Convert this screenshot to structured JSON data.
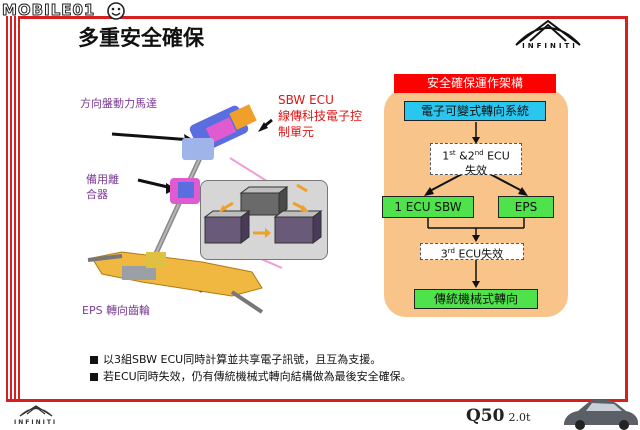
{
  "watermark": {
    "text": "MOBILE01"
  },
  "slide": {
    "title": "多重安全確保"
  },
  "brand": {
    "name": "INFINITI"
  },
  "illustration": {
    "label_motor": "方向盤動力馬達",
    "label_clutch_1": "備用離",
    "label_clutch_2": "合器",
    "label_eps": "EPS 轉向齒輪",
    "label_ecu_1": "SBW ECU",
    "label_ecu_2": "線傳科技電子控",
    "label_ecu_3": "制單元"
  },
  "diagram": {
    "title": "安全確保運作架構",
    "top_box": "電子可變式轉向系統",
    "fail1_prefix": "1",
    "fail1_sup1": "st",
    "fail1_mid": " &2",
    "fail1_sup2": "nd",
    "fail1_suffix": " ECU",
    "fail1_line2": "失效",
    "box_sbw": "1 ECU SBW",
    "box_eps": "EPS",
    "fail2_prefix": "3",
    "fail2_sup": "rd",
    "fail2_suffix": " ECU失效",
    "bottom_box": "傳統機械式轉向"
  },
  "bullets": [
    "以3組SBW ECU同時計算並共享電子訊號，且互為支援。",
    "若ECU同時失效，仍有傳統機械式轉向結構做為最後安全確保。"
  ],
  "model": {
    "name": "Q50",
    "variant": "2.0t"
  },
  "colors": {
    "frame": "#d6201f",
    "diagram_bg": "#f9c48a",
    "cyan": "#29c6ef",
    "green": "#4ee34a",
    "label_purple": "#7b3a96",
    "label_red": "#e01414"
  }
}
